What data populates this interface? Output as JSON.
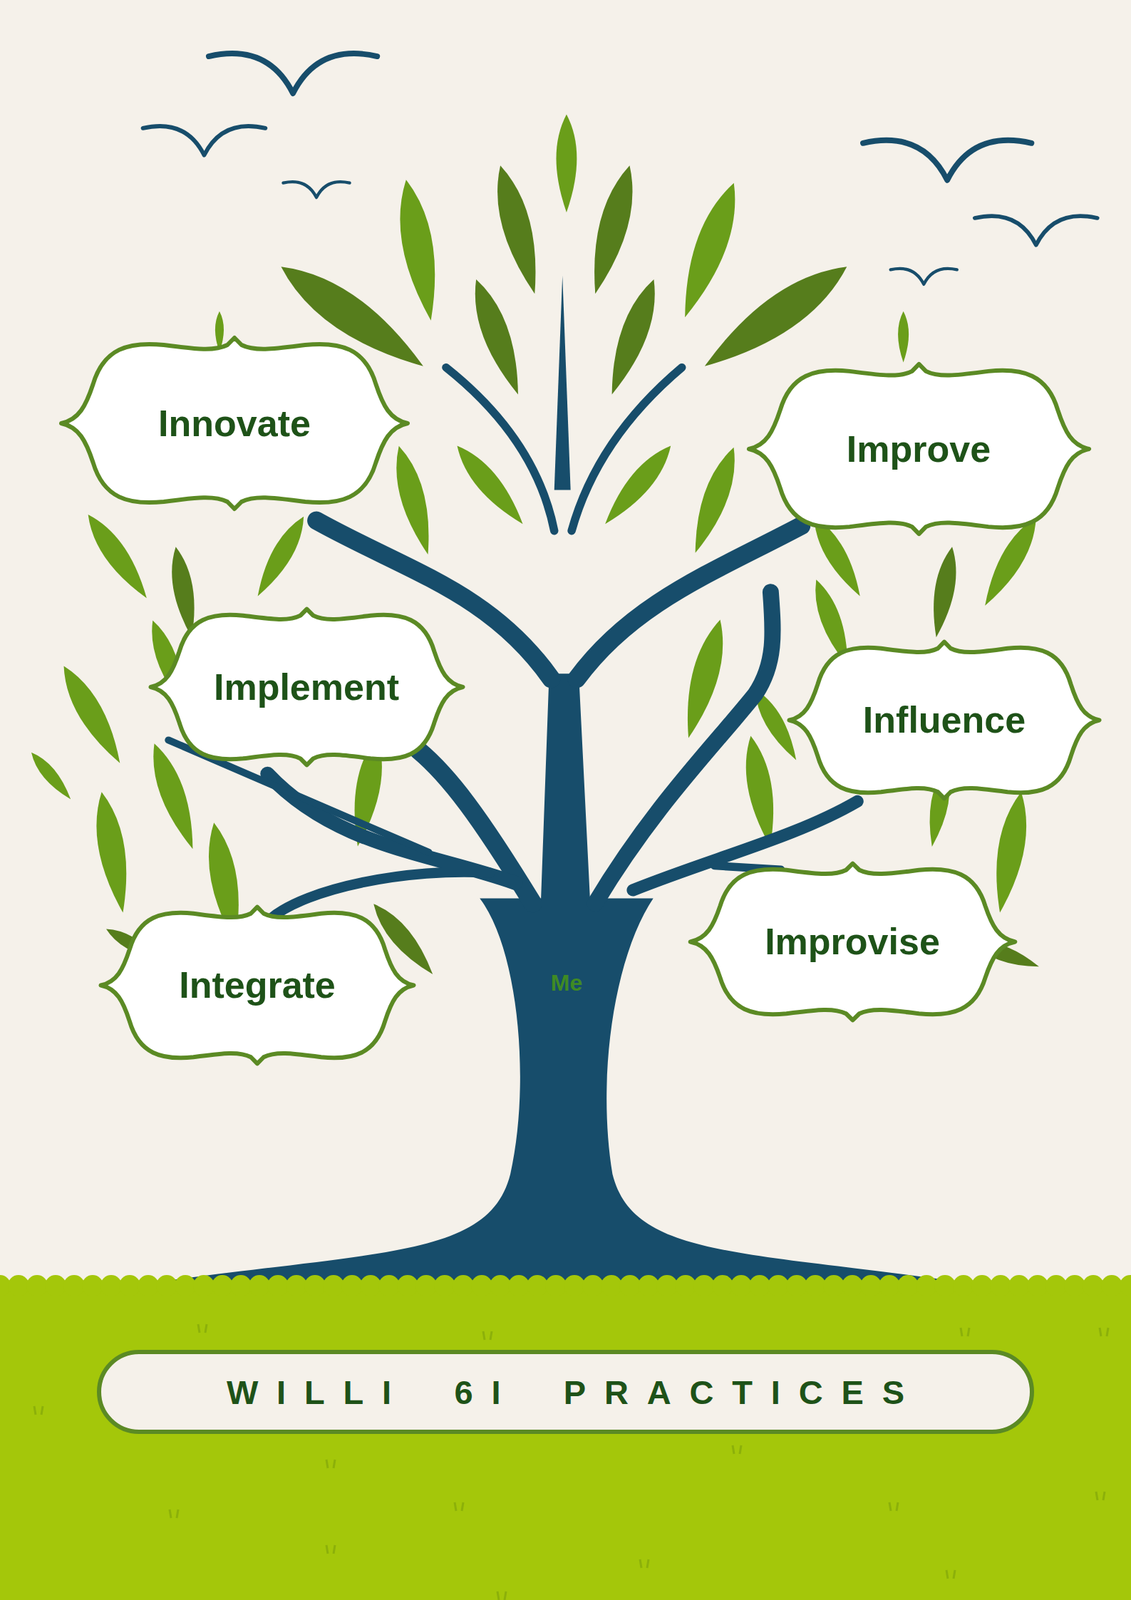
{
  "diagram": {
    "title": "WILLI 6I PRACTICES",
    "nodes": [
      {
        "text": [
          "Innovate"
        ]
      },
      {
        "text": [
          "Improve"
        ]
      },
      {
        "text": [
          "Implement"
        ]
      },
      {
        "text": [
          "Influence"
        ]
      },
      {
        "text": [
          "Integrate"
        ]
      },
      {
        "text": [
          "Improvise"
        ]
      }
    ],
    "labels": [
      "Me"
    ]
  }
}
